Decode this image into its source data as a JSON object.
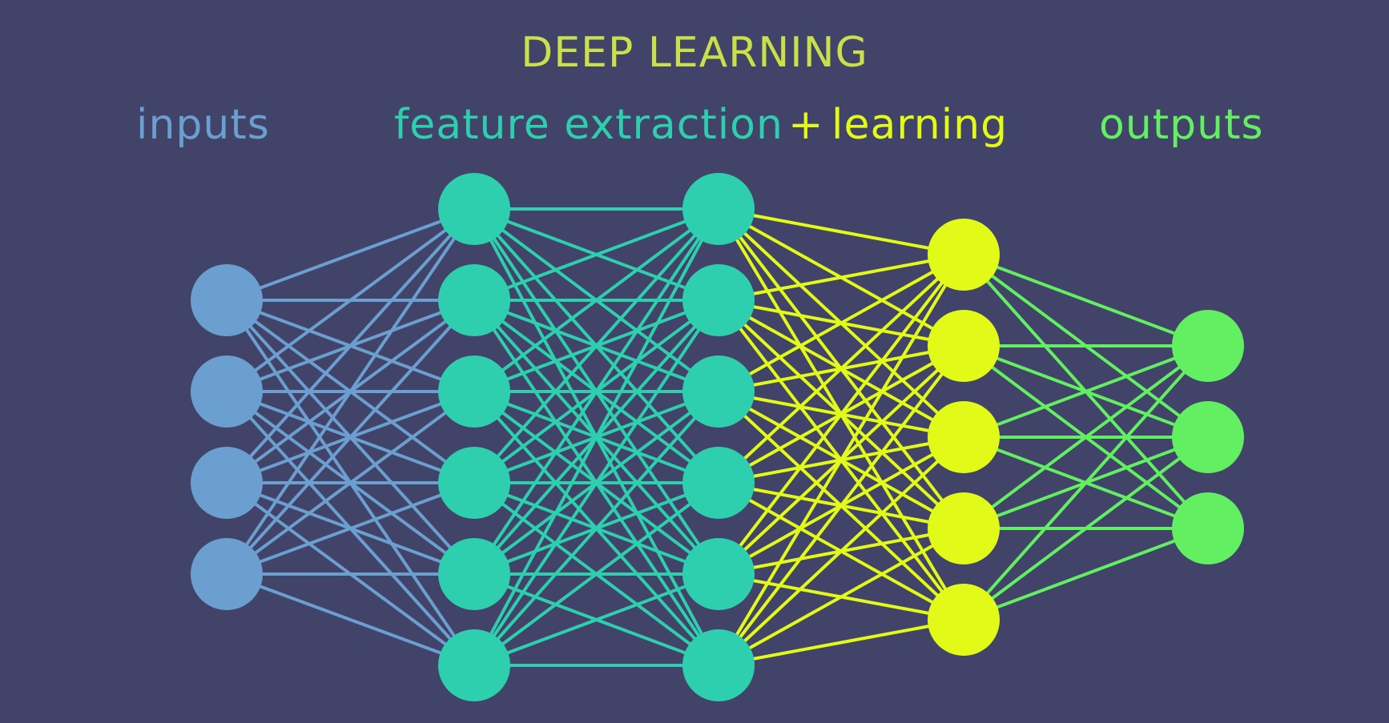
{
  "title": "DEEP LEARNING",
  "labels": {
    "inputs": "inputs",
    "feature_extraction": "feature extraction",
    "plus": "+",
    "learning": "learning",
    "outputs": "outputs"
  },
  "colors": {
    "background": "#424369",
    "title": "#c9e04a",
    "inputs": "#6a9fd0",
    "feature": "#2ecfae",
    "learning": "#e2fa18",
    "outputs": "#62ef62"
  },
  "layers": [
    {
      "name": "input",
      "nodes": 4,
      "color_key": "inputs"
    },
    {
      "name": "hidden-1",
      "nodes": 6,
      "color_key": "feature"
    },
    {
      "name": "hidden-2",
      "nodes": 6,
      "color_key": "feature"
    },
    {
      "name": "hidden-3",
      "nodes": 5,
      "color_key": "learning"
    },
    {
      "name": "output",
      "nodes": 3,
      "color_key": "outputs"
    }
  ],
  "connections": [
    {
      "from": 0,
      "to": 1,
      "color_key": "inputs"
    },
    {
      "from": 1,
      "to": 2,
      "color_key": "feature"
    },
    {
      "from": 2,
      "to": 3,
      "color_key": "learning"
    },
    {
      "from": 3,
      "to": 4,
      "color_key": "outputs"
    }
  ]
}
